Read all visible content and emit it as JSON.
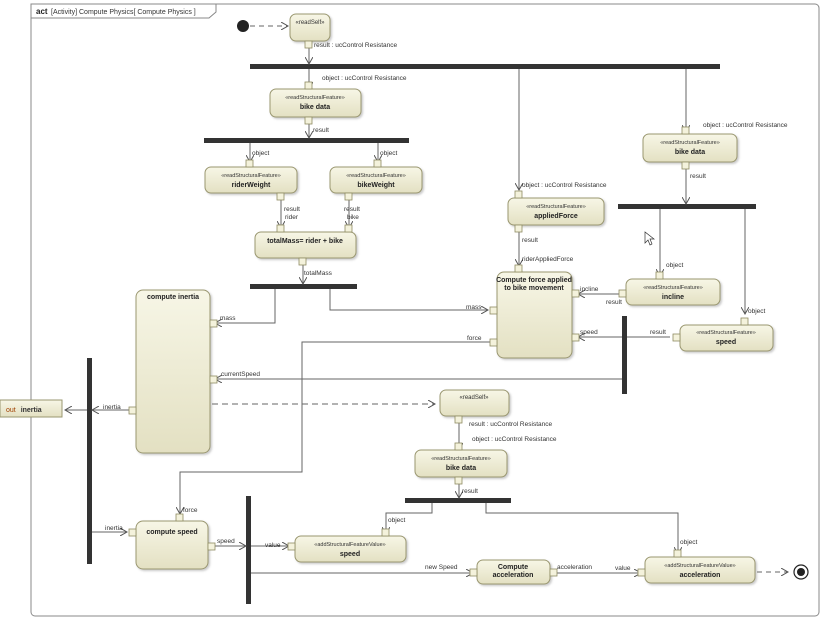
{
  "frame": {
    "kind": "act",
    "title": "[Activity] Compute Physics[  Compute Physics  ]"
  },
  "actions": {
    "read_self_top": {
      "stereotype": "«readSelf»",
      "name": ""
    },
    "bike_data_top": {
      "stereotype": "«readStructuralFeature»",
      "name": "bike data"
    },
    "rider_weight": {
      "stereotype": "«readStructuralFeature»",
      "name": "riderWeight"
    },
    "bike_weight": {
      "stereotype": "«readStructuralFeature»",
      "name": "bikeWeight"
    },
    "total_mass": {
      "name": "totalMass= rider + bike"
    },
    "applied_force": {
      "stereotype": "«readStructuralFeature»",
      "name": "appliedForce"
    },
    "bike_data_right": {
      "stereotype": "«readStructuralFeature»",
      "name": "bike data"
    },
    "compute_force": {
      "name": "Compute force applied to bike movement"
    },
    "incline": {
      "stereotype": "«readStructuralFeature»",
      "name": "incline"
    },
    "speed_read": {
      "stereotype": "«readStructuralFeature»",
      "name": "speed"
    },
    "compute_inertia": {
      "name": "compute inertia"
    },
    "read_self_mid": {
      "stereotype": "«readSelf»",
      "name": ""
    },
    "bike_data_mid": {
      "stereotype": "«readStructuralFeature»",
      "name": "bike data"
    },
    "compute_speed": {
      "name": "compute speed"
    },
    "add_speed": {
      "stereotype": "«addStructuralFeatureValue»",
      "name": "speed"
    },
    "compute_acceleration": {
      "name": "Compute acceleration"
    },
    "add_acceleration": {
      "stereotype": "«addStructuralFeatureValue»",
      "name": "acceleration"
    }
  },
  "out_param": {
    "direction": "out",
    "name": "inertia"
  },
  "pin_labels": {
    "result_ucCR": "result : ucControl Resistance",
    "object_ucCR": "object : ucControl Resistance",
    "result": "result",
    "object": "object",
    "rider": "rider",
    "bike": "bike",
    "totalMass": "totalMass",
    "riderAppliedForce": "riderAppliedForce",
    "mass": "mass",
    "force": "force",
    "incline": "incline",
    "speed": "speed",
    "currentSpeed": "currentSpeed",
    "inertia": "inertia",
    "value": "value",
    "newSpeed": "new Speed",
    "acceleration": "acceleration"
  }
}
